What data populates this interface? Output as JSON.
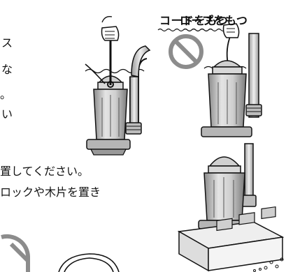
{
  "captions": {
    "rope_label": "ロープをもつ",
    "cord_label": "コードをもつ"
  },
  "left_fragments": [
    "ス",
    "な",
    "。",
    "い"
  ],
  "instructions": [
    "置してください。",
    "ロックや木片を置き"
  ],
  "colors": {
    "ink": "#111111",
    "prohibit_gray": "#8c8c8c",
    "pump_light": "#d9d9d9",
    "pump_dark": "#7a7a7a"
  }
}
